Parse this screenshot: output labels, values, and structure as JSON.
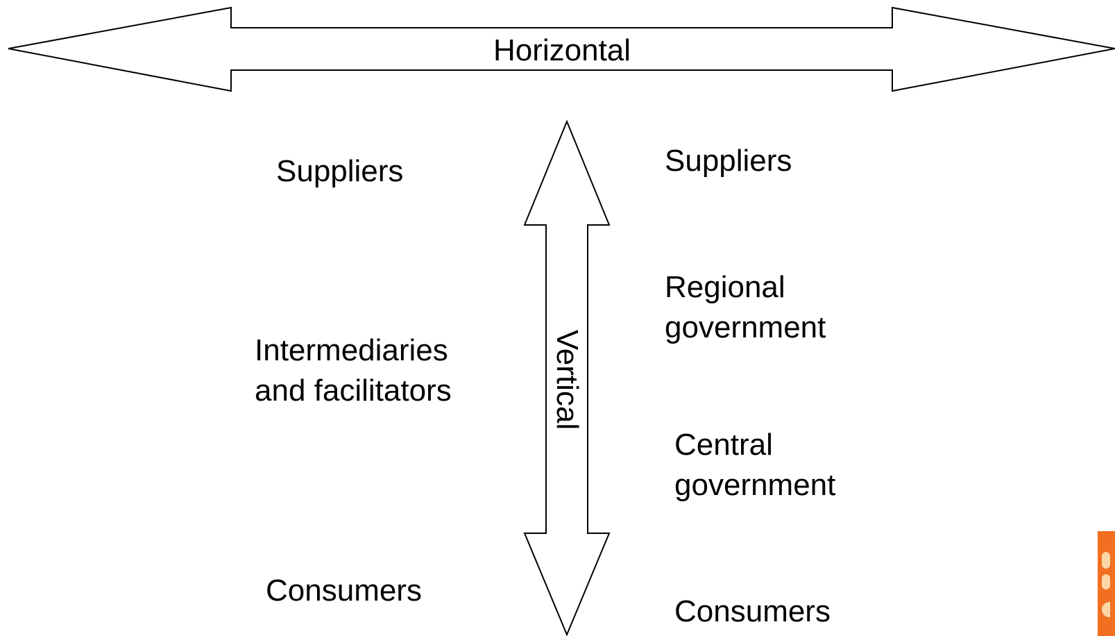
{
  "diagram": {
    "horizontal_axis_label": "Horizontal",
    "vertical_axis_label": "Vertical",
    "left_column": {
      "top": "Suppliers",
      "middle_line1": "Intermediaries",
      "middle_line2": "and facilitators",
      "bottom": "Consumers"
    },
    "right_column": {
      "top": "Suppliers",
      "regional_line1": "Regional",
      "regional_line2": "government",
      "central_line1": "Central",
      "central_line2": "government",
      "bottom": "Consumers"
    }
  },
  "colors": {
    "stroke": "#000000",
    "background": "#ffffff",
    "logo_accent": "#f26f21"
  }
}
